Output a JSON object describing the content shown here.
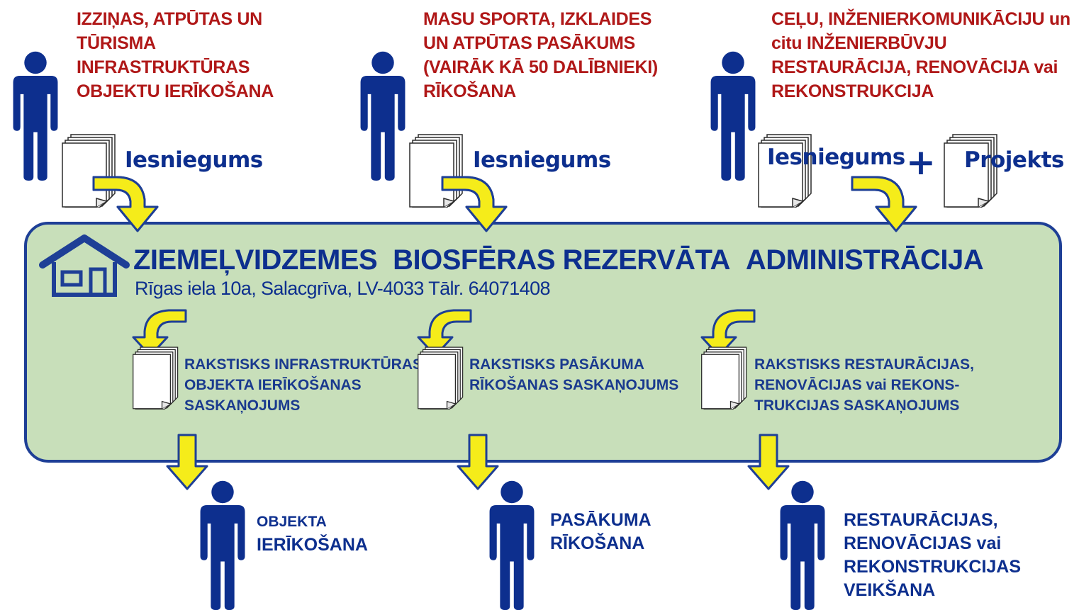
{
  "requests": [
    {
      "lines": [
        "IZZIŅAS, ATPŪTAS UN",
        "TŪRISMA",
        "INFRASTRUKTŪRAS",
        "OBJEKTU IERĪKOŠANA"
      ],
      "doc_label": "Iesniegums"
    },
    {
      "lines": [
        "MASU SPORTA, IZKLAIDES",
        "UN ATPŪTAS PASĀKUMS",
        "(VAIRĀK KĀ 50 DALĪBNIEKI)",
        "RĪKOŠANA"
      ],
      "doc_label": "Iesniegums"
    },
    {
      "lines": [
        "CEĻU, INŽENIERKOMUNIKĀCIJU un",
        "citu INŽENIERBŪVJU",
        "RESTAURĀCIJA, RENOVĀCIJA vai",
        "REKONSTRUKCIJA"
      ],
      "doc_label": "Iesniegums",
      "plus": "+",
      "extra_label": "Projekts"
    }
  ],
  "authority": {
    "title_words": [
      "ZIEMEĻVIDZEMES",
      "BIOSFĒRAS REZERVĀTA",
      "ADMINISTRĀCIJA"
    ],
    "address": "Rīgas iela 10a, Salacgrīva, LV-4033 Tālr. 64071408"
  },
  "approvals": [
    {
      "lines": [
        "RAKSTISKS INFRASTRUKTŪRAS",
        "OBJEKTA IERĪKOŠANAS",
        "SASKAŅOJUMS"
      ]
    },
    {
      "lines": [
        "RAKSTISKS PASĀKUMA",
        "RĪKOŠANAS SASKAŅOJUMS"
      ]
    },
    {
      "lines": [
        "RAKSTISKS RESTAURĀCIJAS,",
        "RENOVĀCIJAS vai REKONS-",
        "TRUKCIJAS SASKAŅOJUMS"
      ]
    }
  ],
  "outcomes": [
    {
      "lines": [
        "OBJEKTA",
        "IERĪKOŠANA"
      ]
    },
    {
      "lines": [
        "PASĀKUMA",
        "RĪKOŠANA"
      ]
    },
    {
      "lines": [
        "RESTAURĀCIJAS,",
        "RENOVĀCIJAS vai",
        "REKONSTRUKCIJAS",
        "VEIKŠANA"
      ]
    }
  ],
  "colors": {
    "person": "#0d2f8e",
    "request_text": "#b01818",
    "label_text": "#0d2f8e",
    "panel_fill": "#c8dfba",
    "panel_border": "#1e3f96",
    "arrow_fill": "#f5ec1a",
    "arrow_stroke": "#1e3f96"
  },
  "icons": [
    "person-icon",
    "document-stack-icon",
    "curved-arrow-icon",
    "down-arrow-icon",
    "house-icon"
  ]
}
